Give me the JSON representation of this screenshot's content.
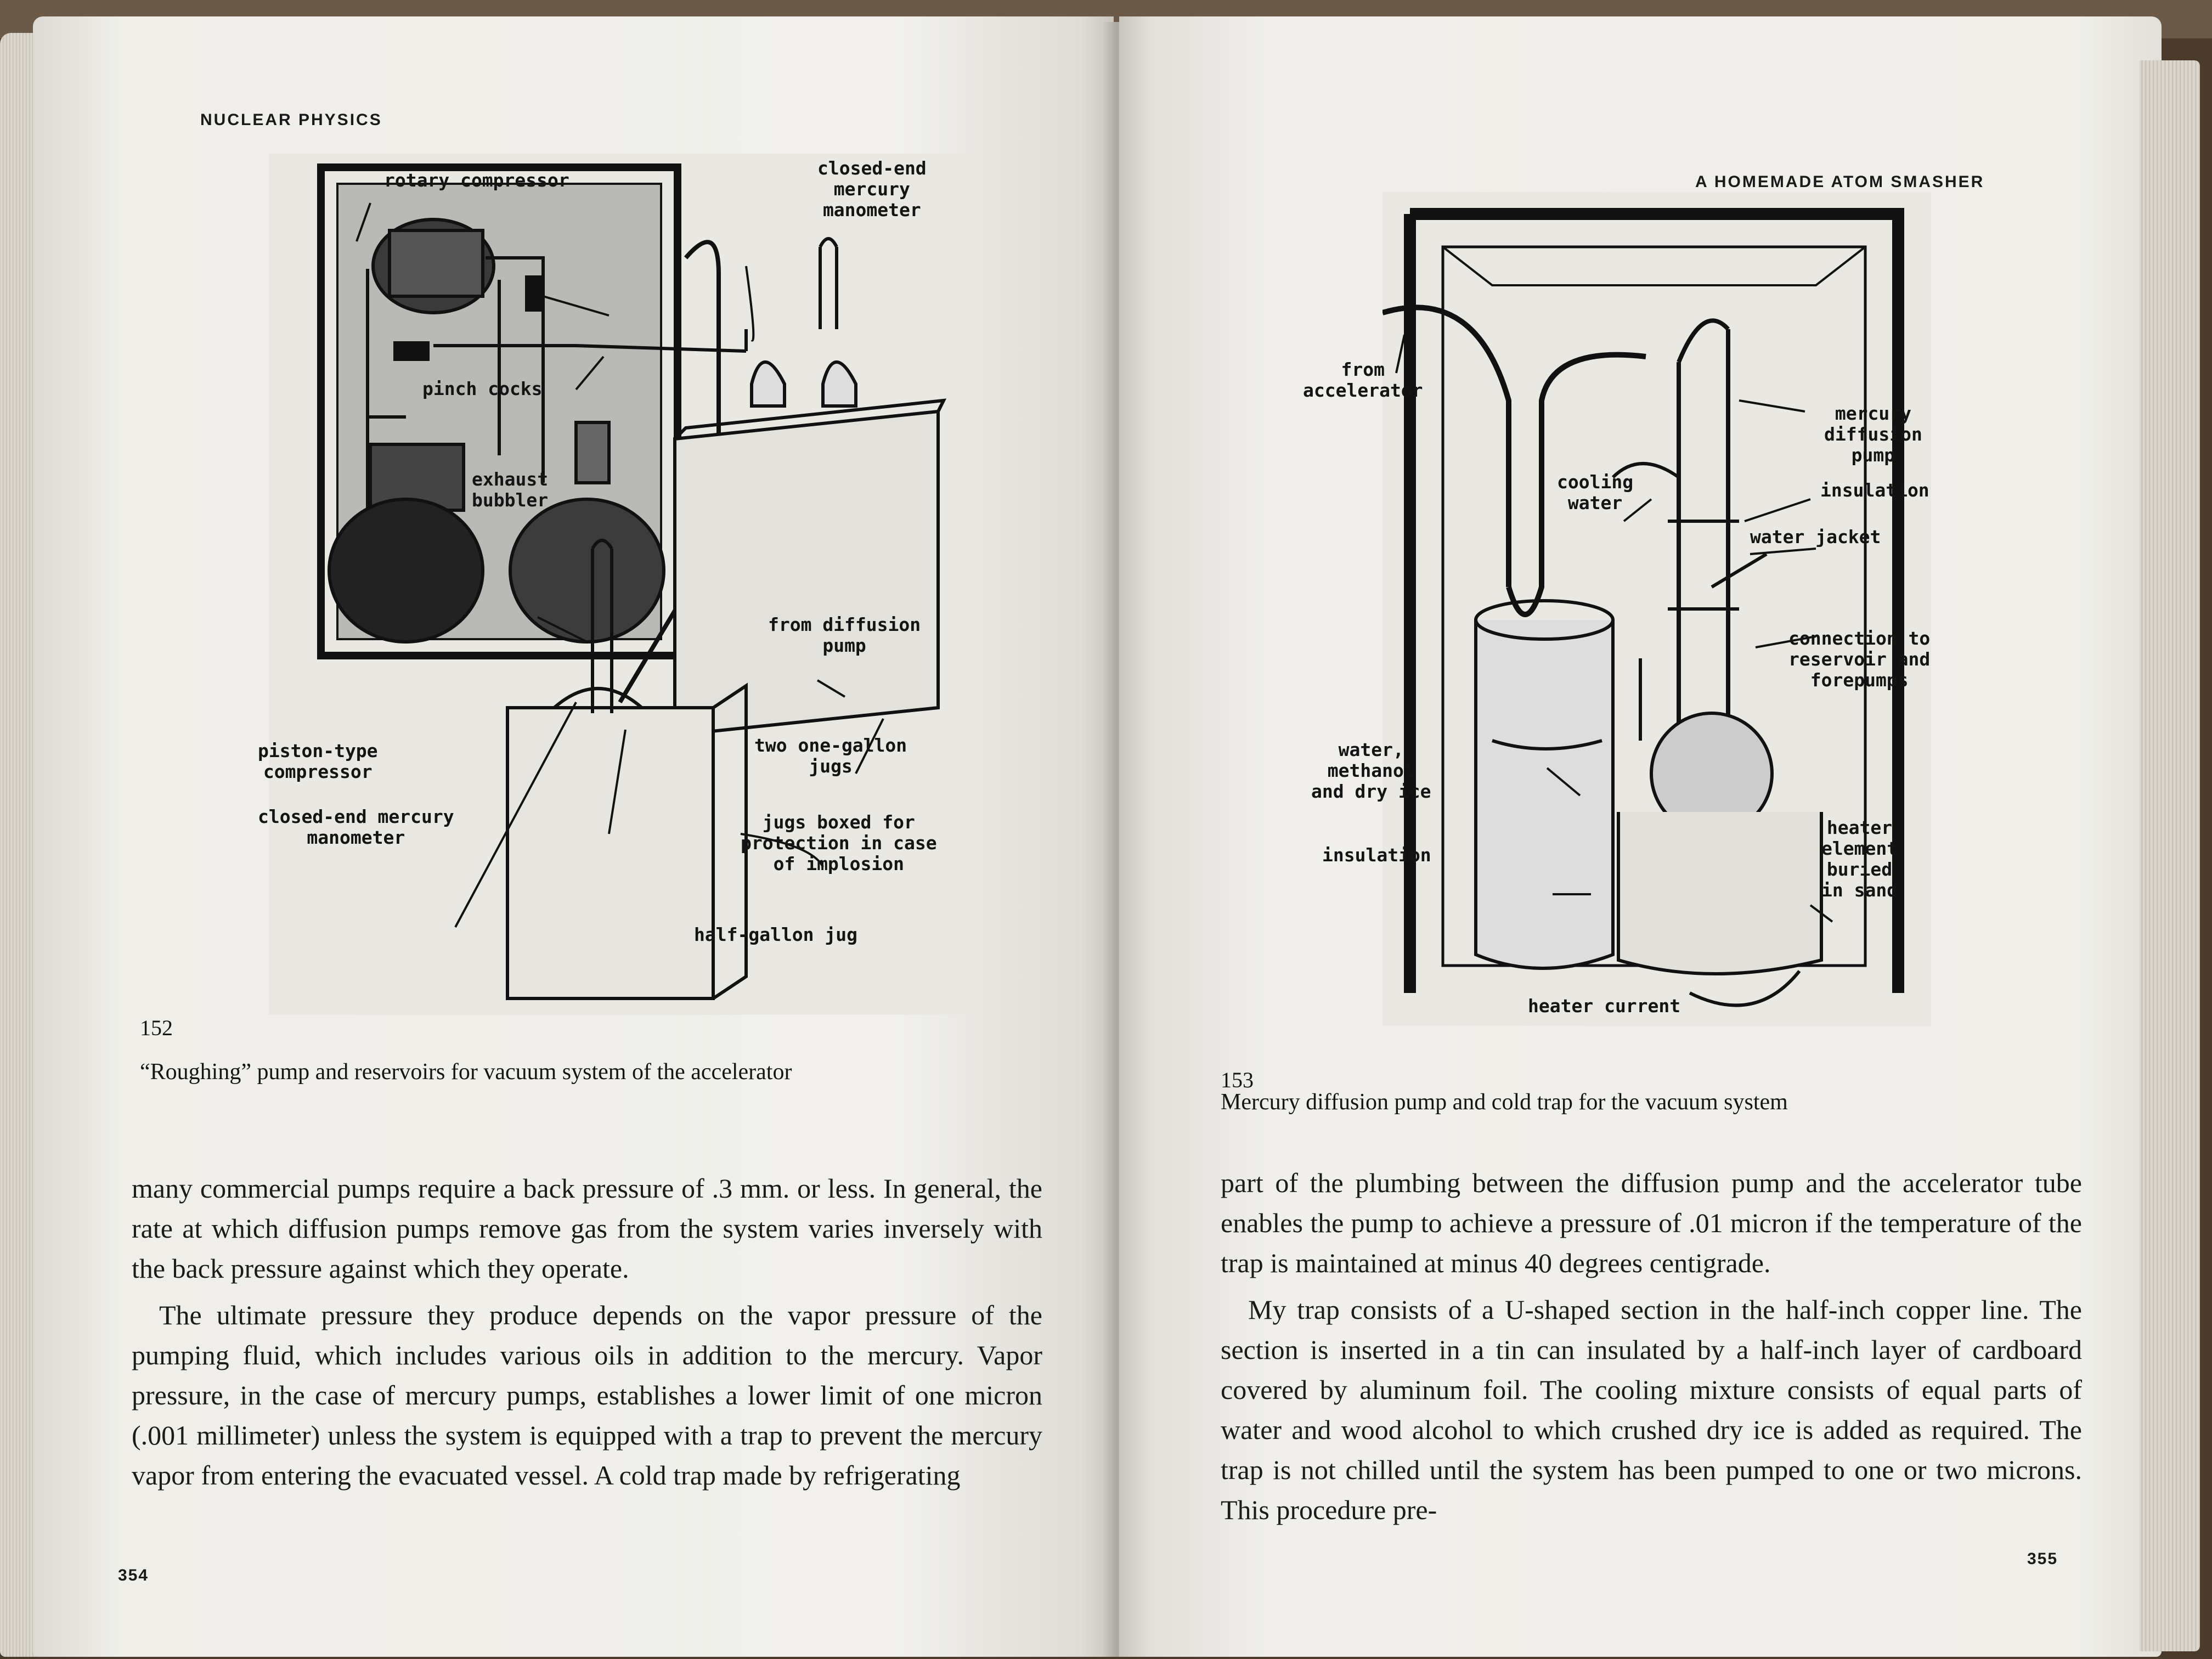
{
  "left_page": {
    "running_head": "NUCLEAR PHYSICS",
    "figure": {
      "number": "152",
      "caption": "“Roughing” pump and reservoirs for vacuum system of the accelerator",
      "labels": {
        "rotary_compressor": "rotary compressor",
        "closed_end_manometer_top": "closed-end\nmercury\nmanometer",
        "pinch_cocks": "pinch cocks",
        "exhaust_bubbler": "exhaust\nbubbler",
        "from_diffusion_pump": "from diffusion\npump",
        "piston_compressor": "piston-type\ncompressor",
        "two_jugs": "two one-gallon\njugs",
        "closed_end_manometer_bottom": "closed-end mercury\nmanometer",
        "jugs_boxed": "jugs boxed for\nprotection in case\nof implosion",
        "half_gallon_jug": "half-gallon jug"
      }
    },
    "paragraphs": [
      "many commercial pumps require a back pressure of .3 mm. or less. In general, the rate at which diffusion pumps remove gas from the system varies inversely with the back pressure against which they operate.",
      "The ultimate pressure they produce depends on the vapor pressure of the pumping fluid, which includes various oils in addition to the mercury. Vapor pressure, in the case of mercury pumps, establishes a lower limit of one micron (.001 millimeter) unless the system is equipped with a trap to prevent the mercury vapor from entering the evacuated vessel. A cold trap made by refrigerating"
    ],
    "folio": "354"
  },
  "right_page": {
    "running_head": "A HOMEMADE ATOM SMASHER",
    "figure": {
      "number": "153",
      "caption": "Mercury diffusion pump and cold trap for the vacuum system",
      "labels": {
        "from_accelerator": "from\naccelerator",
        "mercury_pump": "mercury\ndiffusion\npump",
        "cooling_water": "cooling\nwater",
        "insulation_top": "insulation",
        "water_jacket": "water jacket",
        "connection": "connection to\nreservoir and\nforepumps",
        "water_methanol": "water,\nmethanol\nand dry ice",
        "heater_element": "heater\nelement\nburied\nin sand",
        "insulation_bottom": "insulation",
        "heater_current": "heater current"
      }
    },
    "paragraphs": [
      "part of the plumbing between the diffusion pump and the accelerator tube enables the pump to achieve a pressure of .01 micron if the temperature of the trap is maintained at minus 40 degrees centigrade.",
      "My trap consists of a U-shaped section in the half-inch copper line. The section is inserted in a tin can insulated by a half-inch layer of cardboard covered by aluminum foil. The cooling mixture consists of equal parts of water and wood alcohol to which crushed dry ice is added as required. The trap is not chilled until the system has been pumped to one or two microns. This procedure pre-"
    ],
    "folio": "355"
  }
}
